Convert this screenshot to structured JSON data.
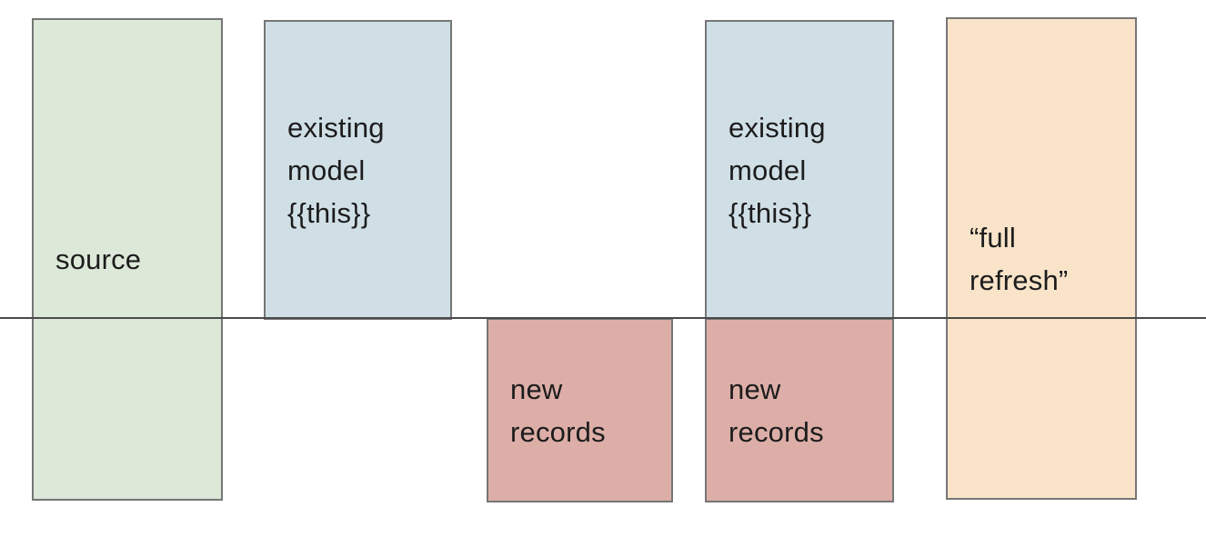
{
  "diagram": {
    "timeline": {
      "color": "#4a4a4a"
    },
    "boxes": {
      "source": {
        "label": "source",
        "fill": "#dce8d8",
        "border": "#767676"
      },
      "existing_model_left": {
        "label": "existing\nmodel\n{{this}}",
        "fill": "#d0dfe6",
        "border": "#767676"
      },
      "new_records_left": {
        "label": "new\nrecords",
        "fill": "#dcaea7",
        "border": "#767676"
      },
      "existing_model_right": {
        "label": "existing\nmodel\n{{this}}",
        "fill": "#d0dfe6",
        "border": "#767676"
      },
      "new_records_right": {
        "label": "new\nrecords",
        "fill": "#dcaea7",
        "border": "#767676"
      },
      "full_refresh": {
        "label": "“full\nrefresh”",
        "fill": "#f9e4c9",
        "border": "#767676"
      }
    }
  }
}
